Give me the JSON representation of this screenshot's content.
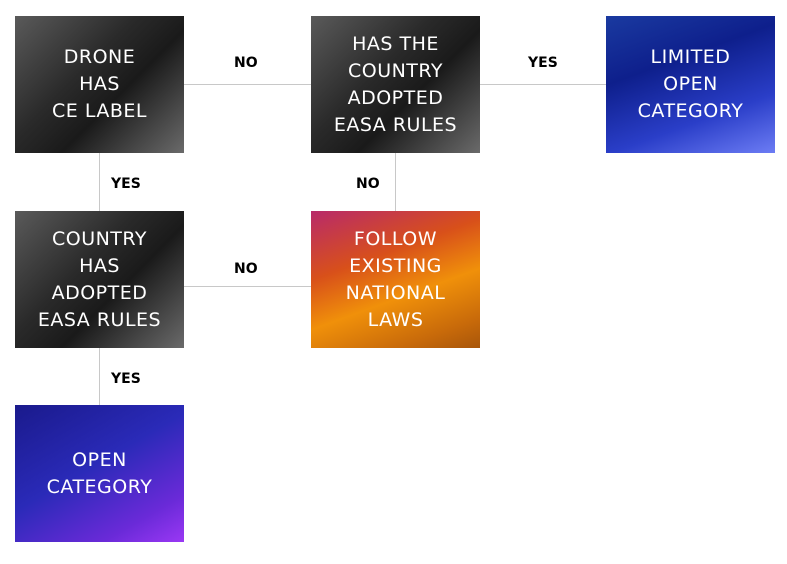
{
  "nodes": {
    "drone_ce": "DRONE\nHAS\nCE LABEL",
    "country_adopted_top": "HAS THE\nCOUNTRY\nADOPTED\nEASA RULES",
    "limited_open": "LIMITED\nOPEN\nCATEGORY",
    "country_adopted_mid": "COUNTRY\nHAS\nADOPTED\nEASA RULES",
    "follow_national": "FOLLOW\nEXISTING\nNATIONAL\nLAWS",
    "open_category": "OPEN\nCATEGORY"
  },
  "edges": {
    "drone_to_country_top": "NO",
    "country_top_to_limited": "YES",
    "drone_to_country_mid": "YES",
    "country_top_to_national": "NO",
    "country_mid_to_national": "NO",
    "country_mid_to_open": "YES"
  },
  "colors": {
    "decision_box": "#2a2a2a",
    "limited_open_box": "#0e1f8c",
    "open_category_box": "#2a2ab8",
    "national_laws_box": "#f0900a",
    "connector": "#c8c8c8"
  }
}
